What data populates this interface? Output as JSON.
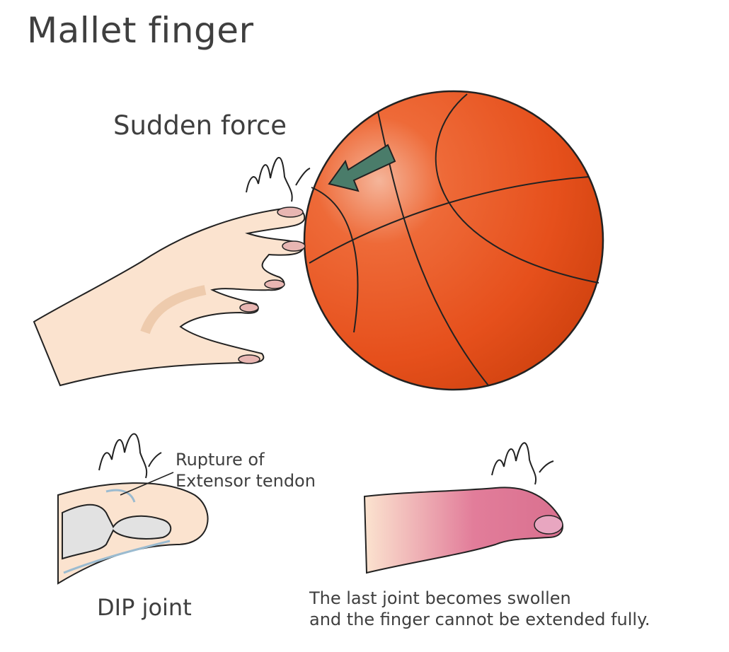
{
  "title": "Mallet finger",
  "force_label": "Sudden force",
  "tendon_label": {
    "line1": "Rupture of",
    "line2": "Extensor tendon"
  },
  "joint_label": "DIP joint",
  "caption": {
    "line1": "The last joint becomes swollen",
    "line2": "and the finger cannot be extended fully."
  },
  "colors": {
    "ball": "#e8501a",
    "arrow": "#4a7c6a",
    "skin": "#fbe3cf",
    "swelling": "#d9708f",
    "text": "#3f3f3f"
  }
}
